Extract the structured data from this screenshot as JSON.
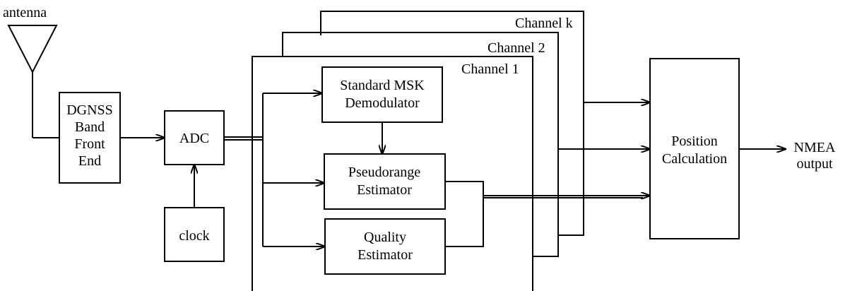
{
  "labels": {
    "antenna": "antenna",
    "frontend_l1": "DGNSS",
    "frontend_l2": "Band",
    "frontend_l3": "Front",
    "frontend_l4": "End",
    "adc": "ADC",
    "clock": "clock",
    "channel_k": "Channel k",
    "channel_2": "Channel 2",
    "channel_1": "Channel 1",
    "msk_l1": "Standard MSK",
    "msk_l2": "Demodulator",
    "pseudo_l1": "Pseudorange",
    "pseudo_l2": "Estimator",
    "quality_l1": "Quality",
    "quality_l2": "Estimator",
    "position_l1": "Position",
    "position_l2": "Calculation",
    "nmea_l1": "NMEA",
    "nmea_l2": "output"
  },
  "colors": {
    "stroke": "#000000",
    "fill": "#ffffff"
  }
}
